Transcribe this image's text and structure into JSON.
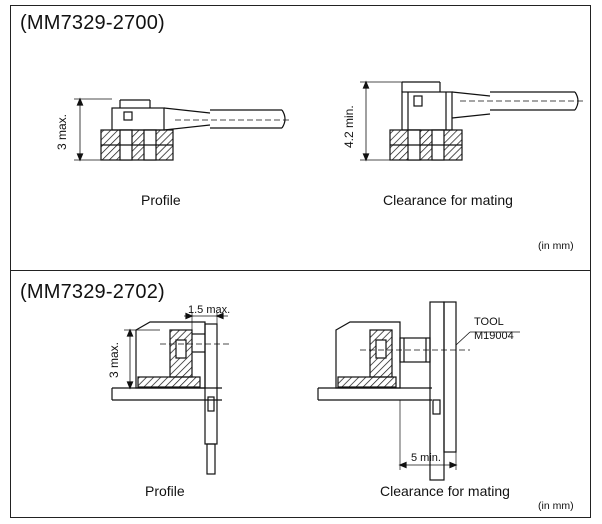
{
  "section1": {
    "model": "(MM7329-2700)",
    "profile_caption": "Profile",
    "clearance_caption": "Clearance for mating",
    "profile_dim": "3 max.",
    "clearance_dim": "4.2 min.",
    "unit": "(in mm)"
  },
  "section2": {
    "model": "(MM7329-2702)",
    "profile_caption": "Profile",
    "clearance_caption": "Clearance for mating",
    "profile_width_dim": "1.5 max.",
    "profile_height_dim": "3 max.",
    "tool_label": "TOOL",
    "tool_part": "M19004",
    "clearance_dim": "5 min.",
    "unit": "(in mm)"
  }
}
